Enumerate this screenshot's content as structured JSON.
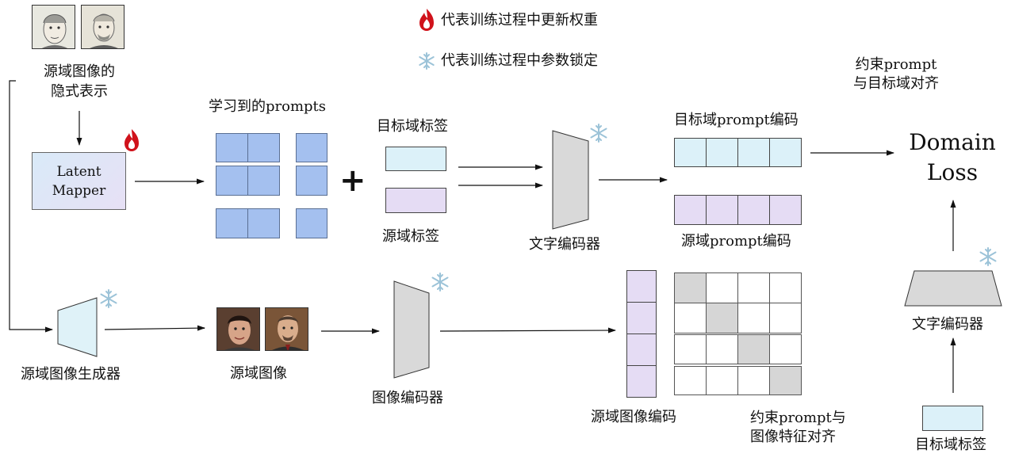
{
  "legend": {
    "update": "代表训练过程中更新权重",
    "frozen": "代表训练过程中参数锁定"
  },
  "labels": {
    "latent_code": "源域图像的\n隐式表示",
    "latent_mapper": "Latent\nMapper",
    "learned_prompts": "学习到的prompts",
    "target_label_top": "目标域标签",
    "source_label": "源域标签",
    "text_encoder_mid": "文字编码器",
    "target_prompt_code": "目标域prompt编码",
    "source_prompt_code": "源域prompt编码",
    "align_target": "约束prompt\n与目标域对齐",
    "domain_loss": "Domain\nLoss",
    "generator": "源域图像生成器",
    "source_images": "源域图像",
    "image_encoder": "图像编码器",
    "source_image_code": "源域图像编码",
    "align_image": "约束prompt与\n图像特征对齐",
    "text_encoder_right": "文字编码器",
    "target_label_bottom": "目标域标签",
    "plus": "+"
  },
  "colors": {
    "prompt_block": "#a4c0ef",
    "target_code": "#dcf1f9",
    "source_code": "#e5dcf4",
    "encoder_gray": "#d9d9d9",
    "flame": "#d0121b",
    "snowflake": "#9cc3d8"
  },
  "icons": {
    "update": "flame-icon",
    "frozen": "snowflake-icon"
  }
}
